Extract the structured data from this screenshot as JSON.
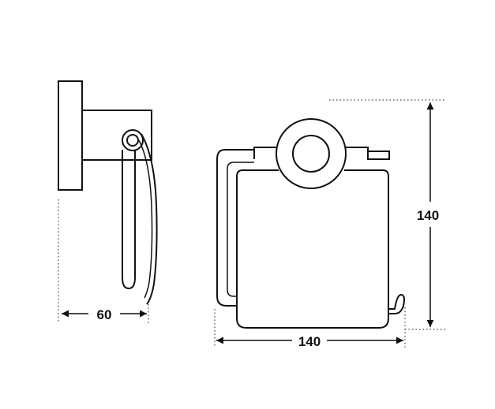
{
  "dimensions": {
    "side_width": "60",
    "front_width": "140",
    "front_height": "140"
  },
  "colors": {
    "line": "#111111",
    "dotted": "#444444",
    "background": "#ffffff"
  }
}
